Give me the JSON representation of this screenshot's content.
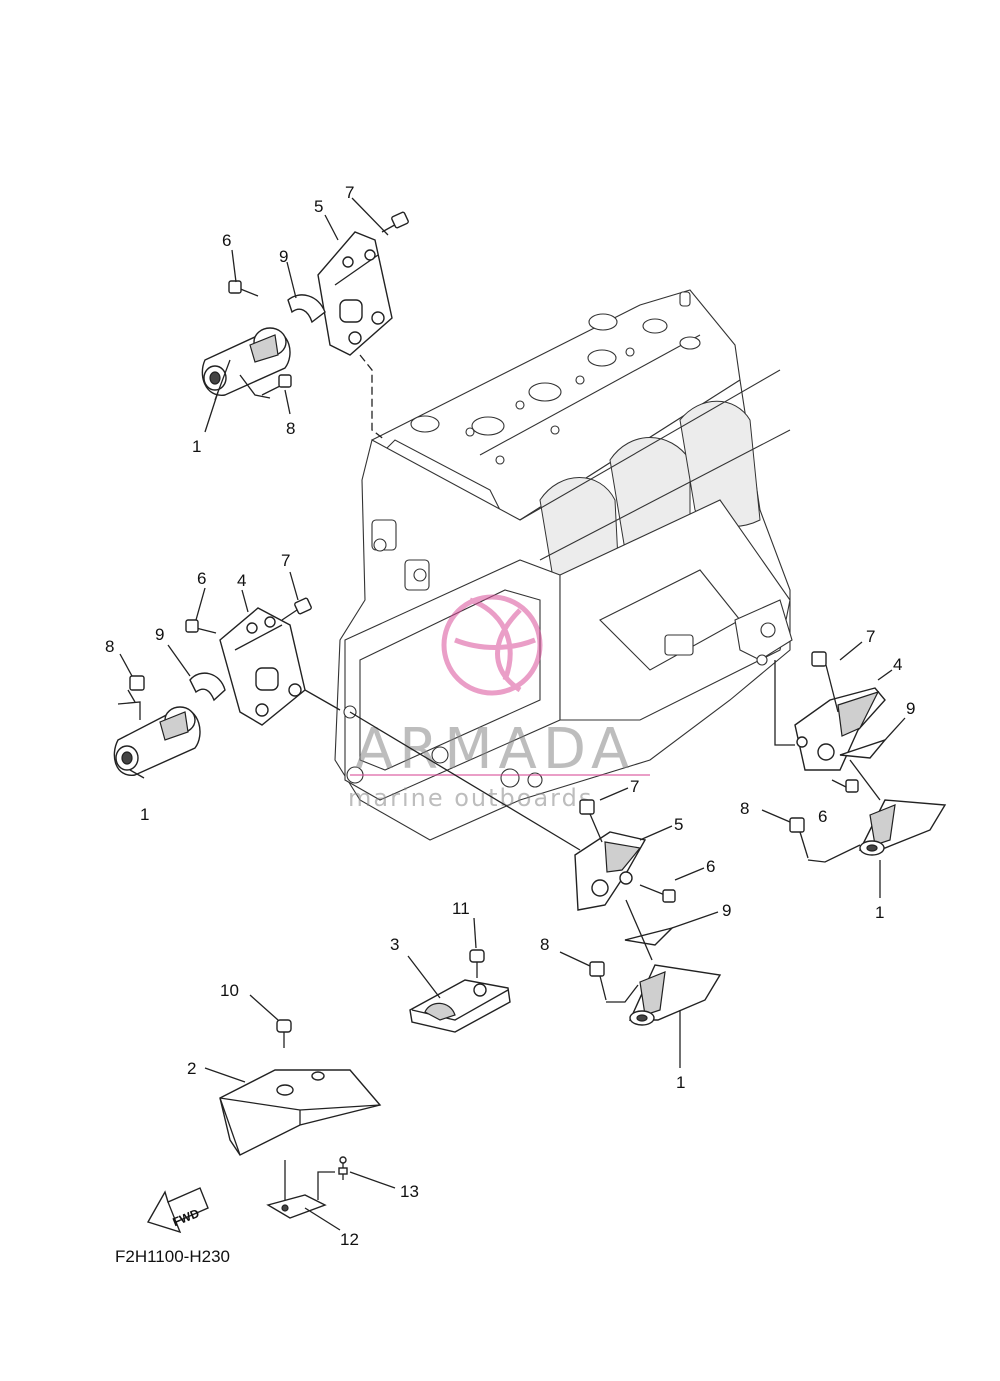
{
  "diagram": {
    "code": "F2H1100-H230",
    "fwd_label": "FWD",
    "watermark": {
      "brand": "ARMADA",
      "tagline": "marine outboards",
      "color": "#d94f9a"
    },
    "callouts": {
      "c1a": "1",
      "c1b": "1",
      "c1c": "1",
      "c1d": "1",
      "c2": "2",
      "c3": "3",
      "c4a": "4",
      "c4b": "4",
      "c5a": "5",
      "c5b": "5",
      "c6a": "6",
      "c6b": "6",
      "c6c": "6",
      "c6d": "6",
      "c7a": "7",
      "c7b": "7",
      "c7c": "7",
      "c7d": "7",
      "c8a": "8",
      "c8b": "8",
      "c8c": "8",
      "c8d": "8",
      "c9a": "9",
      "c9b": "9",
      "c9c": "9",
      "c9d": "9",
      "c10": "10",
      "c11": "11",
      "c12": "12",
      "c13": "13"
    }
  }
}
